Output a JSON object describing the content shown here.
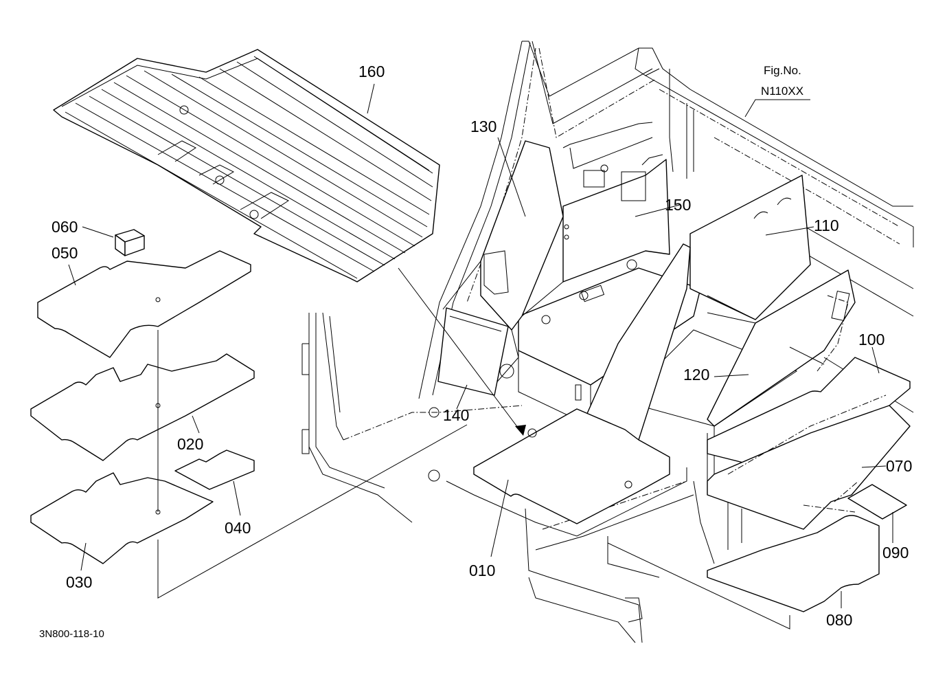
{
  "figure": {
    "label": "Fig.No.",
    "number": "N110XX"
  },
  "drawing_code": "3N800-118-10",
  "parts": {
    "p010": "010",
    "p020": "020",
    "p030": "030",
    "p040": "040",
    "p050": "050",
    "p060": "060",
    "p070": "070",
    "p080": "080",
    "p090": "090",
    "p100": "100",
    "p110": "110",
    "p120": "120",
    "p130": "130",
    "p140": "140",
    "p150": "150",
    "p160": "160"
  }
}
